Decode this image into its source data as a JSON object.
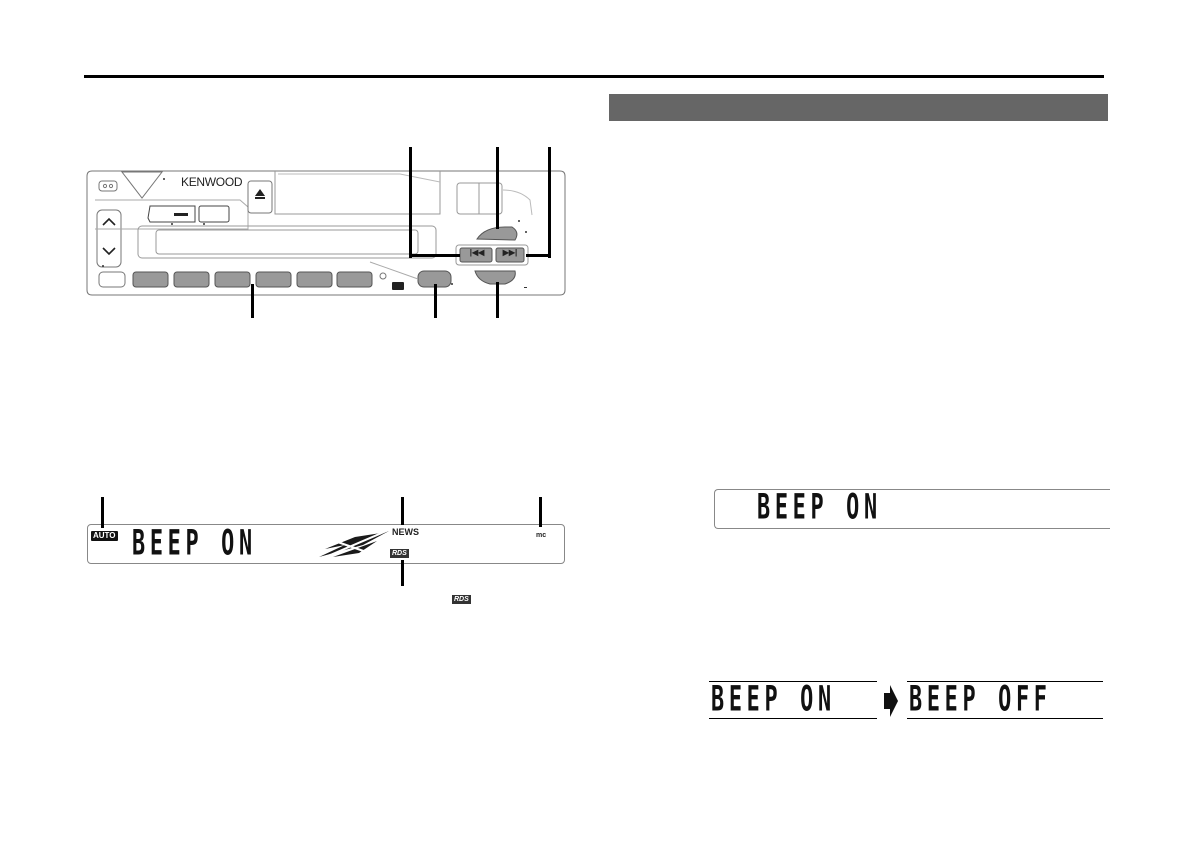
{
  "page": {
    "section_header": "",
    "colors": {
      "rule": "#000000",
      "section_bar": "#666666",
      "button_fill": "#999999",
      "outline": "#777777"
    }
  },
  "faceplate": {
    "brand": "KENWOOD",
    "eject_icon": "eject-icon",
    "up_icon": "chevron-up-icon",
    "down_icon": "chevron-down-icon",
    "prev_track_glyph": "|◀◀",
    "next_track_glyph": "▶▶|",
    "preset_buttons": 6,
    "dolby_logo": "cassette-logo-icon"
  },
  "display_main": {
    "auto_badge": "AUTO",
    "text": "BEEP ON",
    "news_indicator": "NEWS",
    "rds_indicator": "RDS",
    "mc_indicator": "mc",
    "rds_legend_icon": "RDS"
  },
  "display_right": {
    "text": "BEEP ON"
  },
  "display_toggle": {
    "from": "BEEP ON",
    "to": "BEEP OFF",
    "arrow": "arrow-right-icon"
  }
}
